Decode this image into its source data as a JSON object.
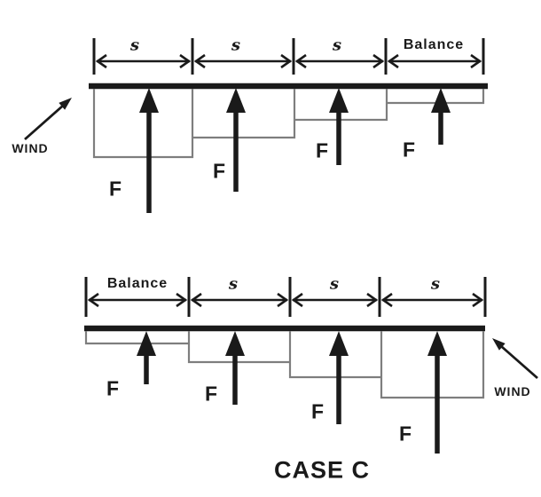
{
  "colors": {
    "ink": "#1c1c1c",
    "pressure_step_gray": "#7e7e7e",
    "background": "#ffffff"
  },
  "caption": "CASE C",
  "top_diagram": {
    "wind_label": "WIND",
    "segment_labels": [
      "s",
      "s",
      "s",
      "Balance"
    ],
    "force_labels": [
      "F",
      "F",
      "F",
      "F"
    ]
  },
  "bottom_diagram": {
    "wind_label": "WIND",
    "segment_labels": [
      "Balance",
      "s",
      "s",
      "s"
    ],
    "force_labels": [
      "F",
      "F",
      "F",
      "F"
    ]
  }
}
